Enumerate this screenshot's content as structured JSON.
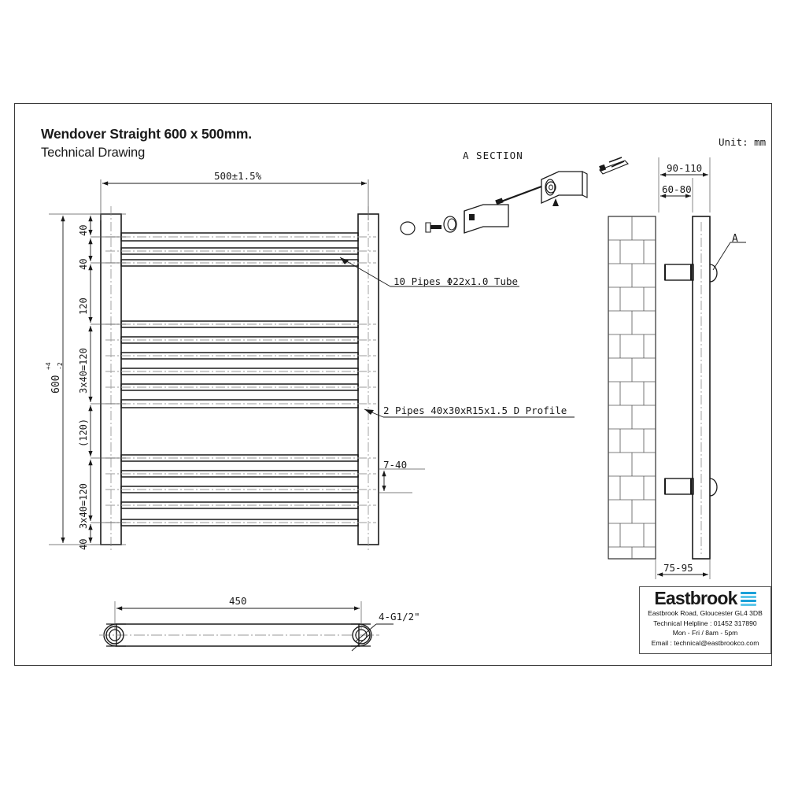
{
  "document": {
    "title_main": "Wendover Straight 600 x 500mm.",
    "title_sub": "Technical Drawing",
    "unit_label": "Unit: mm",
    "section_label": "A    SECTION",
    "detail_callout": "A"
  },
  "notes": {
    "pipes_round": "10 Pipes Φ22x1.0 Tube",
    "pipes_profile": "2 Pipes 40x30xR15x1.5 D Profile"
  },
  "dimensions": {
    "front_width": "500±1.5%",
    "front_height": "600",
    "front_height_tol_upper": "+4",
    "front_height_tol_lower": "-2",
    "vertical_chain": [
      "40",
      "40",
      "120",
      "3x40=120",
      "(120)",
      "3x40=120",
      "40"
    ],
    "offset_7_40": "7-40",
    "side_total_depth": "90-110",
    "side_bracket_depth": "60-80",
    "side_bottom": "75-95",
    "plan_width": "450",
    "plan_thread": "4-G1/2\""
  },
  "company": {
    "name": "Eastbrook",
    "address": "Eastbrook Road, Gloucester GL4 3DB",
    "helpline": "Technical Helpline : 01452 317890",
    "hours": "Mon - Fri / 8am - 5pm",
    "email": "Email : technical@eastbrookco.com"
  },
  "colors": {
    "line": "#1a1a1a",
    "thin_line": "#555555",
    "center_line": "#9a9a9a",
    "logo_blue_dark": "#1aa0d8",
    "logo_blue_light": "#5ec7ea",
    "frame": "#3a3a3a",
    "background": "#ffffff"
  }
}
